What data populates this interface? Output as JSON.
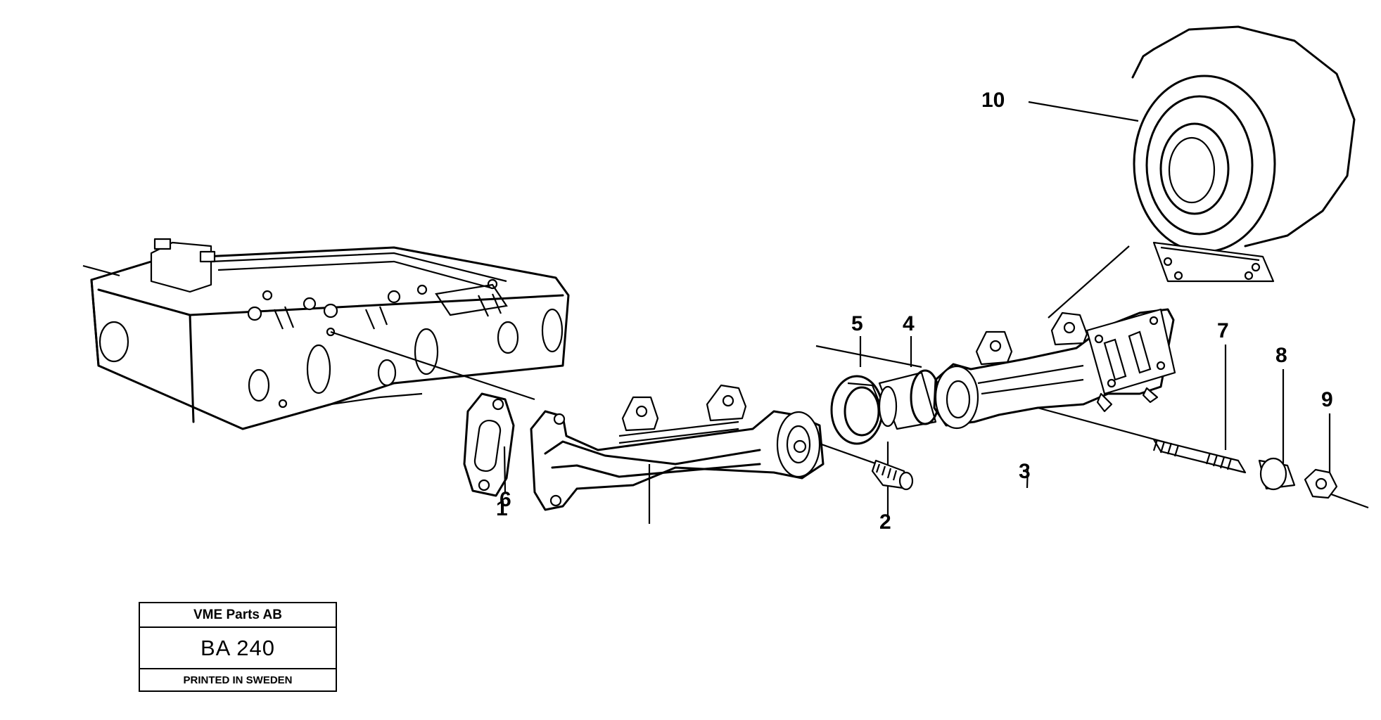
{
  "callouts": [
    {
      "id": "1",
      "text": "1"
    },
    {
      "id": "2",
      "text": "2"
    },
    {
      "id": "3",
      "text": "3"
    },
    {
      "id": "4",
      "text": "4"
    },
    {
      "id": "5",
      "text": "5"
    },
    {
      "id": "6",
      "text": "6"
    },
    {
      "id": "7",
      "text": "7"
    },
    {
      "id": "8",
      "text": "8"
    },
    {
      "id": "9",
      "text": "9"
    },
    {
      "id": "10",
      "text": "10"
    }
  ],
  "title_block": {
    "company": "VME Parts AB",
    "code": "BA 240",
    "printed": "PRINTED IN SWEDEN"
  },
  "colors": {
    "ink": "#000000",
    "paper": "#ffffff"
  }
}
